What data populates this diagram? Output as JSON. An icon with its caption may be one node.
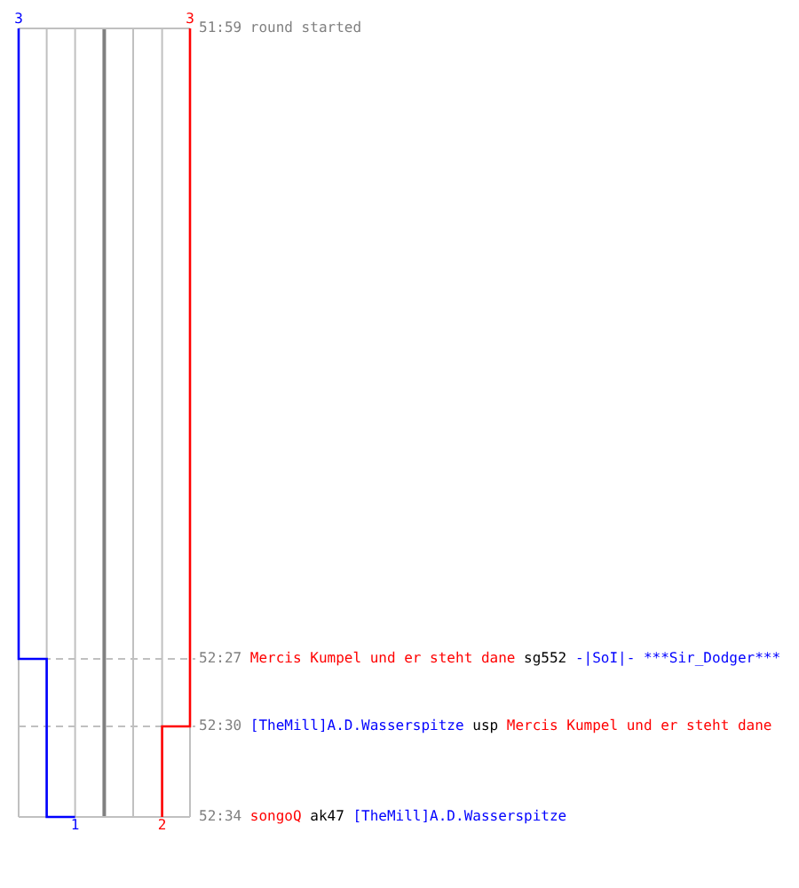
{
  "diagram": {
    "labels": [
      "3",
      "3",
      "51:59",
      "round started",
      "52:27",
      "Mercis Kumpel und er steht dane",
      "sg552",
      "-|SoI|- ***Sir_Dodger***",
      "52:30",
      "[TheMill]A.D.Wasserspitze",
      "usp",
      "Mercis Kumpel und er steht dane",
      "52:34",
      "songoQ",
      "ak47",
      "[TheMill]A.D.Wasserspitze",
      "1",
      "2"
    ]
  }
}
